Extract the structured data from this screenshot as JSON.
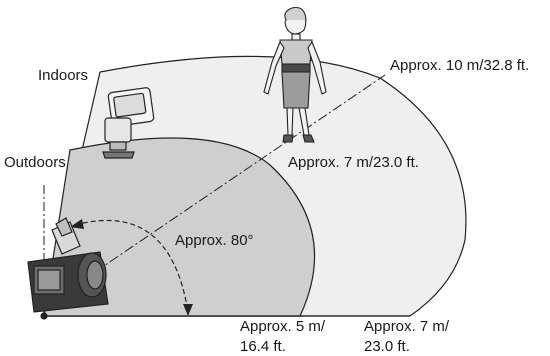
{
  "labels": {
    "indoors": "Indoors",
    "outdoors": "Outdoors",
    "outer_range": "Approx. 10 m/32.8 ft.",
    "mid_range": "Approx. 7 m/23.0 ft.",
    "angle": "Approx. 80°",
    "bottom_left_line1": "Approx. 5 m/",
    "bottom_left_line2": "16.4 ft.",
    "bottom_right_line1": "Approx. 7 m/",
    "bottom_right_line2": "23.0 ft."
  },
  "colors": {
    "indoor_zone": "#efefef",
    "outdoor_zone": "#cfcfcf",
    "outline": "#222222",
    "figure_dress_top": "#c9c9c9",
    "figure_belt": "#4a4a4a",
    "figure_skirt": "#9c9c9c"
  },
  "icons": {
    "flash_unit": "speedlite-flash-icon",
    "camera": "dslr-camera-icon",
    "person": "standing-woman-figure"
  }
}
